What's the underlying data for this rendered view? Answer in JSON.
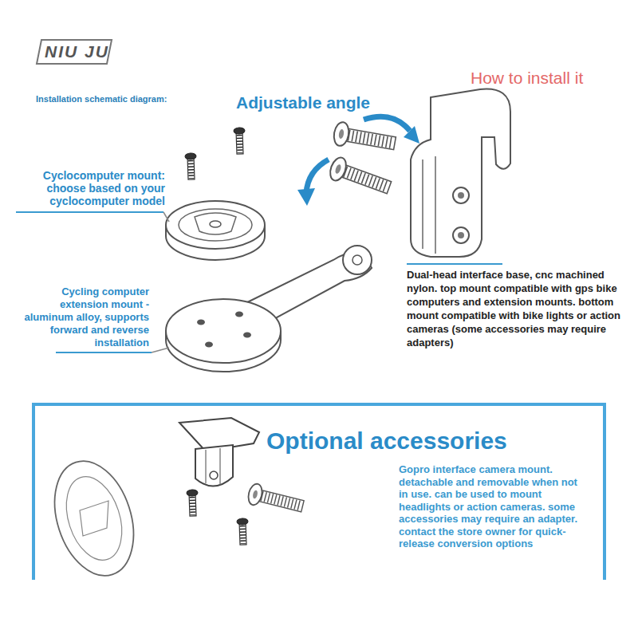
{
  "diagram": {
    "title": "How to install it",
    "nodes": [
      {
        "text": [
          "Optional accessories",
          "Gopro interface camera mount. detachable and removable when not in use. can be used to mount headlights or action cameras. some accessories may require an adapter. contact the store owner for quick-release conversion options"
        ]
      }
    ],
    "labels": [
      "NIU JU",
      "Installation schematic diagram:",
      "Adjustable angle",
      "Cyclocomputer mount: choose based on your cyclocomputer model",
      "Cycling computer extension mount - aluminum alloy, supports forward and reverse installation",
      "Dual-head interface base, cnc machined nylon. top mount compatible with gps bike computers and extension mounts. bottom mount compatible with bike lights or action cameras (some accessories may require adapters)"
    ]
  }
}
